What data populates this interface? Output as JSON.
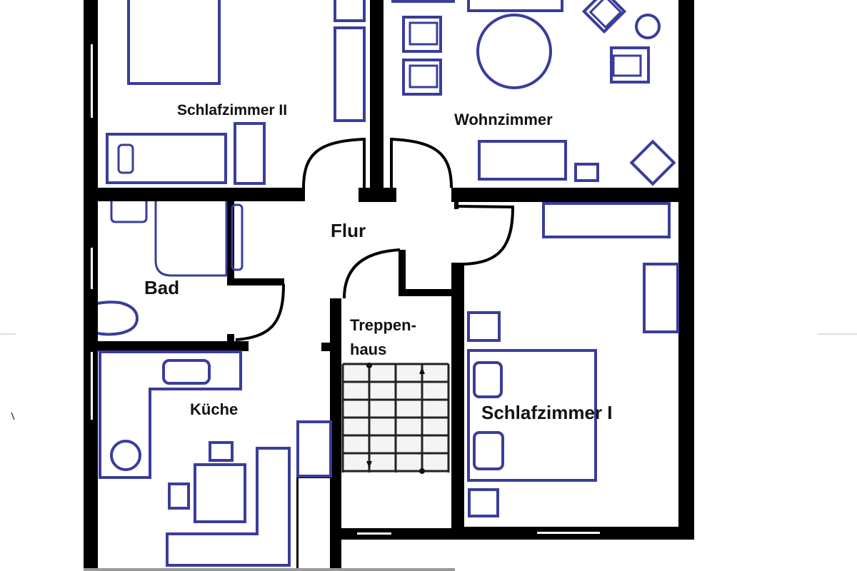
{
  "plan": {
    "rooms": {
      "bedroom2": "Schlafzimmer II",
      "living": "Wohnzimmer",
      "hall": "Flur",
      "bath": "Bad",
      "stair_line1": "Treppen-",
      "stair_line2": "haus",
      "kitchen": "Küche",
      "bedroom1": "Schlafzimmer I"
    },
    "colors": {
      "walls": "#000000",
      "furniture": "#3a3d9a",
      "background": "#ffffff"
    }
  }
}
